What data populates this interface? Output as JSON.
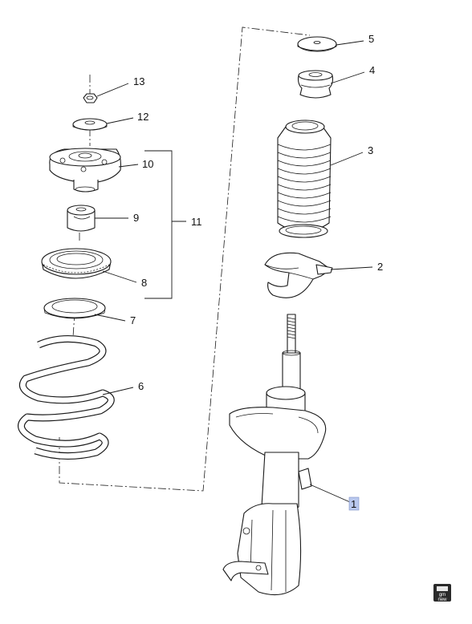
{
  "diagram": {
    "callouts": [
      {
        "id": "c1",
        "label": "1",
        "highlighted": true
      },
      {
        "id": "c2",
        "label": "2"
      },
      {
        "id": "c3",
        "label": "3"
      },
      {
        "id": "c4",
        "label": "4"
      },
      {
        "id": "c5",
        "label": "5"
      },
      {
        "id": "c6",
        "label": "6"
      },
      {
        "id": "c7",
        "label": "7"
      },
      {
        "id": "c8",
        "label": "8"
      },
      {
        "id": "c9",
        "label": "9"
      },
      {
        "id": "c10",
        "label": "10"
      },
      {
        "id": "c11",
        "label": "11"
      },
      {
        "id": "c12",
        "label": "12"
      },
      {
        "id": "c13",
        "label": "13"
      }
    ],
    "highlight_color": "#b9c8ee",
    "line_color": "#1a1a1a",
    "logo": {
      "text": "gm\nnew",
      "icon": "gm-parts-icon"
    }
  }
}
